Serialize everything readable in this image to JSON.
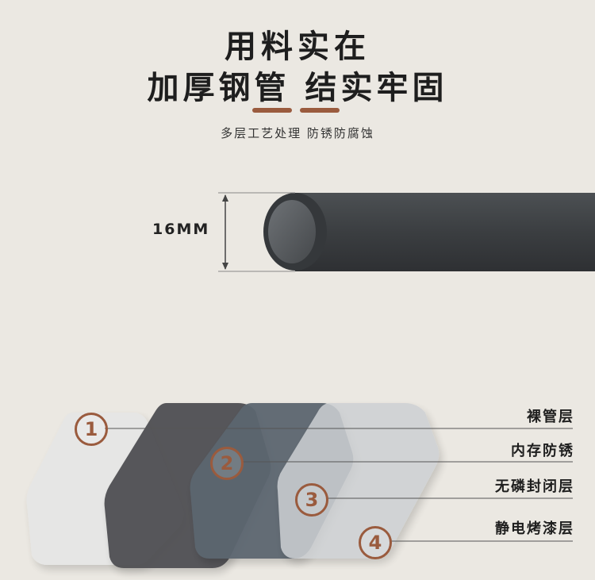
{
  "heading": {
    "line1": "用料实在",
    "line2": "加厚钢管 结实牢固",
    "subtitle": "多层工艺处理 防锈防腐蚀",
    "accent_color": "#9a5b3e"
  },
  "dimension": {
    "label": "16MM"
  },
  "layers": [
    {
      "number": "1",
      "label": "裸管层",
      "color": "#e3e3e3"
    },
    {
      "number": "2",
      "label": "内存防锈",
      "color": "#58595b"
    },
    {
      "number": "3",
      "label": "无磷封闭层",
      "color": "#5b6670"
    },
    {
      "number": "4",
      "label": "静电烤漆层",
      "color": "#c8cbce"
    }
  ]
}
